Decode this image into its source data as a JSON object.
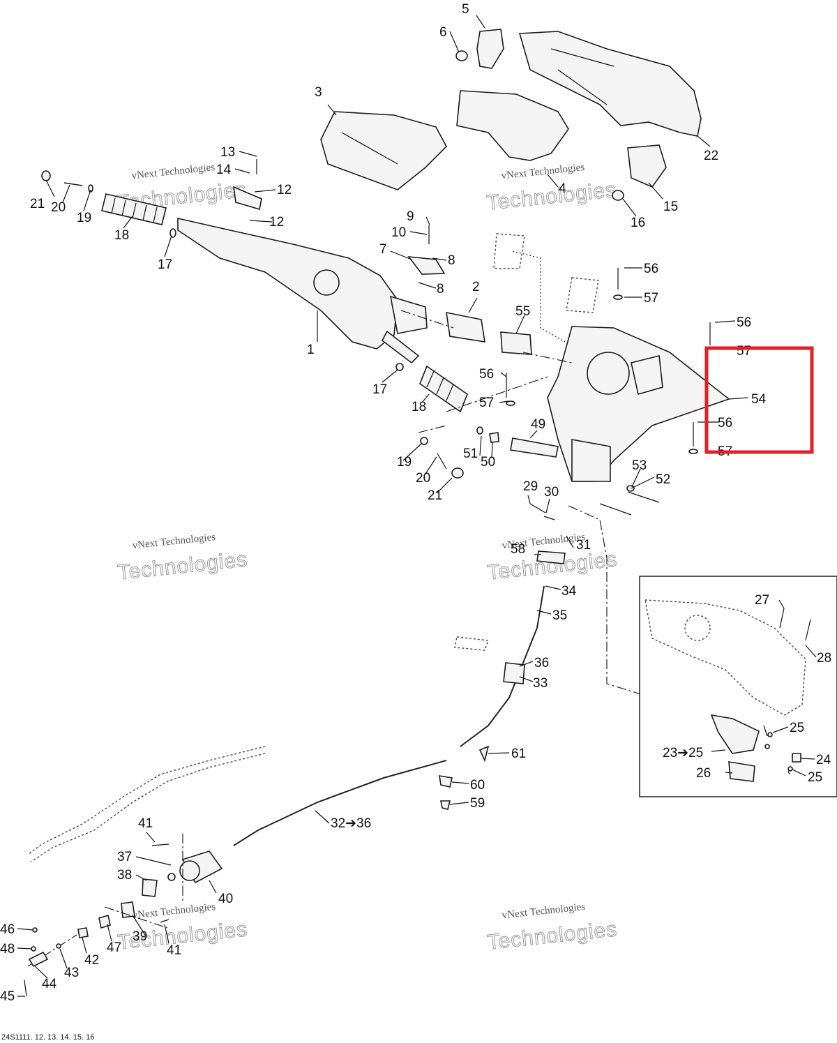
{
  "diagram": {
    "footer_code": "24S1111. 12. 13. 14. 15. 16",
    "watermark": {
      "line1": "vNext Technologies",
      "line2": "Technologies"
    },
    "highlight_color": "#e0202a",
    "callouts": [
      {
        "id": "c5",
        "text": "5"
      },
      {
        "id": "c6",
        "text": "6"
      },
      {
        "id": "c3",
        "text": "3"
      },
      {
        "id": "c22",
        "text": "22"
      },
      {
        "id": "c13",
        "text": "13"
      },
      {
        "id": "c14",
        "text": "14"
      },
      {
        "id": "c12a",
        "text": "12"
      },
      {
        "id": "c12b",
        "text": "12"
      },
      {
        "id": "c21a",
        "text": "21"
      },
      {
        "id": "c20a",
        "text": "20"
      },
      {
        "id": "c19a",
        "text": "19"
      },
      {
        "id": "c18a",
        "text": "18"
      },
      {
        "id": "c17a",
        "text": "17"
      },
      {
        "id": "c4",
        "text": "4"
      },
      {
        "id": "c15",
        "text": "15"
      },
      {
        "id": "c16",
        "text": "16"
      },
      {
        "id": "c9",
        "text": "9"
      },
      {
        "id": "c10",
        "text": "10"
      },
      {
        "id": "c7",
        "text": "7"
      },
      {
        "id": "c8a",
        "text": "8"
      },
      {
        "id": "c8b",
        "text": "8"
      },
      {
        "id": "c2",
        "text": "2"
      },
      {
        "id": "c1",
        "text": "1"
      },
      {
        "id": "c55",
        "text": "55"
      },
      {
        "id": "c56a",
        "text": "56"
      },
      {
        "id": "c57a",
        "text": "57"
      },
      {
        "id": "c56b",
        "text": "56"
      },
      {
        "id": "c57b",
        "text": "57"
      },
      {
        "id": "c54",
        "text": "54"
      },
      {
        "id": "c56c",
        "text": "56"
      },
      {
        "id": "c57c",
        "text": "57"
      },
      {
        "id": "c56d",
        "text": "56"
      },
      {
        "id": "c57d",
        "text": "57"
      },
      {
        "id": "c17b",
        "text": "17"
      },
      {
        "id": "c18b",
        "text": "18"
      },
      {
        "id": "c49",
        "text": "49"
      },
      {
        "id": "c51",
        "text": "51"
      },
      {
        "id": "c50",
        "text": "50"
      },
      {
        "id": "c19b",
        "text": "19"
      },
      {
        "id": "c20b",
        "text": "20"
      },
      {
        "id": "c21b",
        "text": "21"
      },
      {
        "id": "c53",
        "text": "53"
      },
      {
        "id": "c52",
        "text": "52"
      },
      {
        "id": "c29",
        "text": "29"
      },
      {
        "id": "c30",
        "text": "30"
      },
      {
        "id": "c31",
        "text": "31"
      },
      {
        "id": "c58",
        "text": "58"
      },
      {
        "id": "c34",
        "text": "34"
      },
      {
        "id": "c35",
        "text": "35"
      },
      {
        "id": "c36",
        "text": "36"
      },
      {
        "id": "c33",
        "text": "33"
      },
      {
        "id": "c27",
        "text": "27"
      },
      {
        "id": "c28",
        "text": "28"
      },
      {
        "id": "c25a",
        "text": "25"
      },
      {
        "id": "c23",
        "text": "23➔25"
      },
      {
        "id": "c24",
        "text": "24"
      },
      {
        "id": "c26",
        "text": "26"
      },
      {
        "id": "c25b",
        "text": "25"
      },
      {
        "id": "c61",
        "text": "61"
      },
      {
        "id": "c60",
        "text": "60"
      },
      {
        "id": "c59",
        "text": "59"
      },
      {
        "id": "c32",
        "text": "32➔36"
      },
      {
        "id": "c41a",
        "text": "41"
      },
      {
        "id": "c37",
        "text": "37"
      },
      {
        "id": "c38",
        "text": "38"
      },
      {
        "id": "c40",
        "text": "40"
      },
      {
        "id": "c39",
        "text": "39"
      },
      {
        "id": "c41b",
        "text": "41"
      },
      {
        "id": "c46",
        "text": "46"
      },
      {
        "id": "c48",
        "text": "48"
      },
      {
        "id": "c47",
        "text": "47"
      },
      {
        "id": "c42",
        "text": "42"
      },
      {
        "id": "c43",
        "text": "43"
      },
      {
        "id": "c44",
        "text": "44"
      },
      {
        "id": "c45",
        "text": "45"
      }
    ]
  }
}
